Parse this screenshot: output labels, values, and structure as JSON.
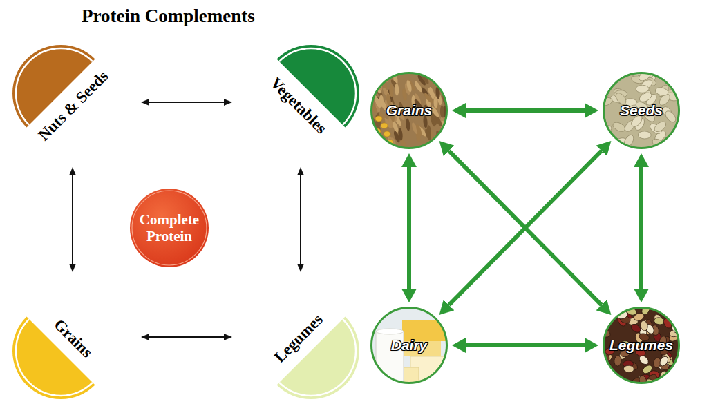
{
  "diagram": {
    "title": "Protein Complements",
    "nodes": [
      {
        "text": [
          "Nuts & Seeds"
        ]
      },
      {
        "text": [
          "Vegetables"
        ]
      },
      {
        "text": [
          "Complete Protein"
        ]
      },
      {
        "text": [
          "Grains"
        ]
      },
      {
        "text": [
          "Legumes"
        ]
      },
      {
        "text": [
          "Grains"
        ]
      },
      {
        "text": [
          "Seeds"
        ]
      },
      {
        "text": [
          "Dairy"
        ]
      },
      {
        "text": [
          "Legumes"
        ]
      }
    ],
    "edges": [
      {
        "from": 0,
        "to": 1,
        "arrow": "both"
      },
      {
        "from": 0,
        "to": 3,
        "arrow": "both"
      },
      {
        "from": 1,
        "to": 4,
        "arrow": "both"
      },
      {
        "from": 3,
        "to": 4,
        "arrow": "both"
      },
      {
        "from": 5,
        "to": 6,
        "arrow": "both"
      },
      {
        "from": 5,
        "to": 7,
        "arrow": "both"
      },
      {
        "from": 6,
        "to": 8,
        "arrow": "both"
      },
      {
        "from": 7,
        "to": 8,
        "arrow": "both"
      },
      {
        "from": 5,
        "to": 8,
        "arrow": "both"
      },
      {
        "from": 6,
        "to": 7,
        "arrow": "both"
      }
    ]
  }
}
